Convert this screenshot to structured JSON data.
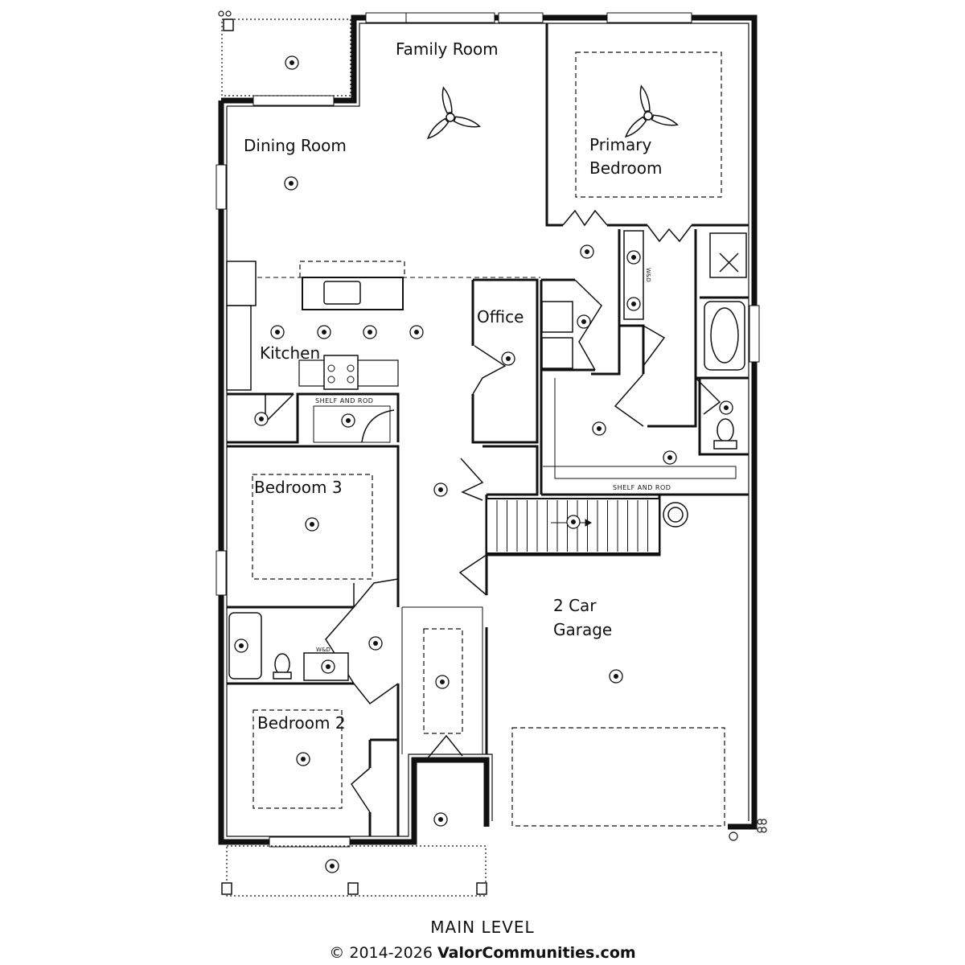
{
  "colors": {
    "ink": "#111111",
    "wall_fill": "#ffffff",
    "background": "#ffffff"
  },
  "rooms": {
    "family_room": "Family Room",
    "dining_room": "Dining Room",
    "primary_bedroom_line1": "Primary",
    "primary_bedroom_line2": "Bedroom",
    "kitchen": "Kitchen",
    "office": "Office",
    "bedroom3": "Bedroom 3",
    "bedroom2": "Bedroom 2",
    "garage_line1": "2 Car",
    "garage_line2": "Garage"
  },
  "notes": {
    "shelf_and_rod_1": "SHELF AND ROD",
    "shelf_and_rod_2": "SHELF AND ROD",
    "wd_1": "W&D",
    "wd_2": "W&D"
  },
  "icons": [
    "ceiling-light-icon",
    "ceiling-fan-icon",
    "toilet-icon",
    "bathtub-icon",
    "range-icon",
    "sink-icon",
    "water-heater-icon",
    "stair-arrow-icon"
  ],
  "footer": {
    "level_title": "MAIN LEVEL",
    "copyright_prefix": "© 2014-2026 ",
    "brand": "ValorCommunities.com"
  }
}
